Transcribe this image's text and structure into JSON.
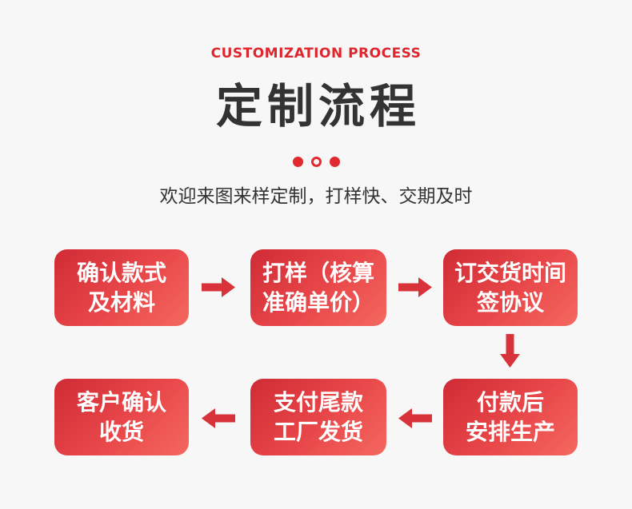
{
  "colors": {
    "background": "#f7f7f7",
    "accent_red": "#dd262d",
    "arrow_red": "#d8333a",
    "box_gradient_start": "#d02b35",
    "box_gradient_end": "#f4685f",
    "title_color": "#333333",
    "box_text_color": "#ffffff"
  },
  "header": {
    "eyebrow": "CUSTOMIZATION PROCESS",
    "title": "定制流程",
    "subtitle": "欢迎来图来样定制，打样快、交期及时",
    "dots": [
      "filled",
      "hollow",
      "filled"
    ]
  },
  "flow": {
    "row1": [
      {
        "line1": "确认款式",
        "line2": "及材料"
      },
      {
        "line1": "打样（核算",
        "line2": "准确单价）"
      },
      {
        "line1": "订交货时间",
        "line2": "签协议"
      }
    ],
    "row2": [
      {
        "line1": "客户确认",
        "line2": "收货"
      },
      {
        "line1": "支付尾款",
        "line2": "工厂发货"
      },
      {
        "line1": "付款后",
        "line2": "安排生产"
      }
    ],
    "arrow_directions": [
      "right",
      "right",
      "down",
      "left",
      "left"
    ]
  }
}
